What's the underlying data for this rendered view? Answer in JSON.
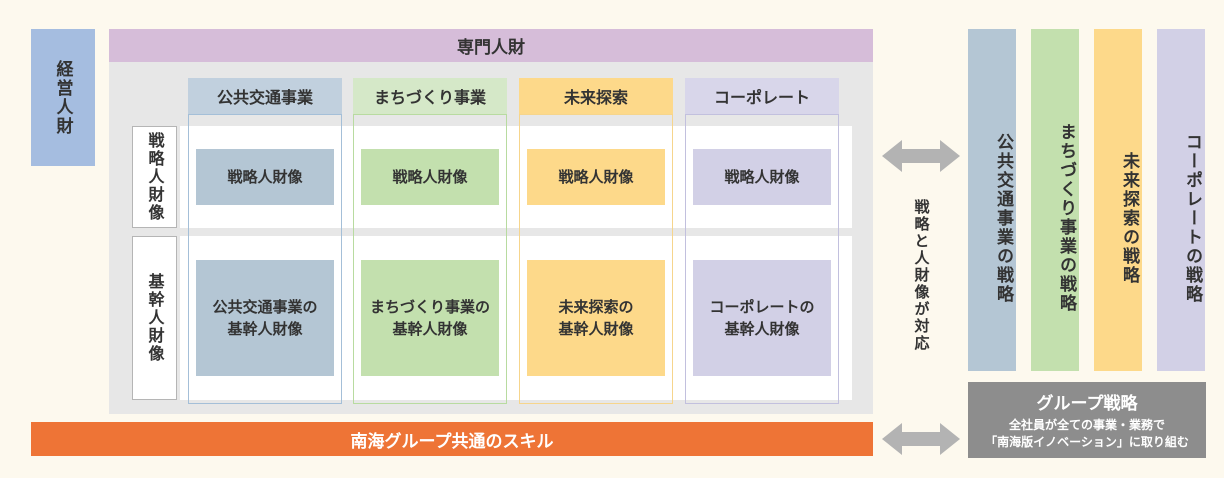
{
  "management": {
    "label": "経営人財"
  },
  "professional": {
    "header": "専門人財"
  },
  "columns": [
    {
      "name": "公共交通事業",
      "header_color": "#c1d0de",
      "outline_color": "#a4bfd8",
      "box_color": "#b4c6d4"
    },
    {
      "name": "まちづくり事業",
      "header_color": "#d5e8c8",
      "outline_color": "#b8dba0",
      "box_color": "#c3e0ae"
    },
    {
      "name": "未来探索",
      "header_color": "#fdd98a",
      "outline_color": "#f6d58c",
      "box_color": "#fdd98a"
    },
    {
      "name": "コーポレート",
      "header_color": "#d8d6ea",
      "outline_color": "#c2c0de",
      "box_color": "#d2d0e6"
    }
  ],
  "rows": {
    "strategic": {
      "label": "戦略人財像",
      "boxes": [
        "戦略人財像",
        "戦略人財像",
        "戦略人財像",
        "戦略人財像"
      ]
    },
    "core": {
      "label": "基幹人財像",
      "boxes": [
        [
          "公共交通事業の",
          "基幹人財像"
        ],
        [
          "まちづくり事業の",
          "基幹人財像"
        ],
        [
          "未来探索の",
          "基幹人財像"
        ],
        [
          "コーポレートの",
          "基幹人財像"
        ]
      ]
    }
  },
  "skills": {
    "label": "南海グループ共通のスキル"
  },
  "arrow": {
    "label": "戦略と人財像が対応"
  },
  "strategies": [
    {
      "label": "公共交通事業の戦略",
      "color": "#b4c6d4"
    },
    {
      "label": "まちづくり事業の戦略",
      "color": "#c3e0ae"
    },
    {
      "label": "未来探索の戦略",
      "color": "#fdd98a"
    },
    {
      "label": "コーポレートの戦略",
      "color": "#d2d0e6"
    }
  ],
  "group_strategy": {
    "title": "グループ戦略",
    "line1": "全社員が全ての事業・業務で",
    "line2": "「南海版イノベーション」に取り組む"
  },
  "colors": {
    "background": "#fdf9ee",
    "arrow": "#b3b3b3",
    "skills_bar": "#ee7436",
    "group_box": "#8d8d8d"
  }
}
